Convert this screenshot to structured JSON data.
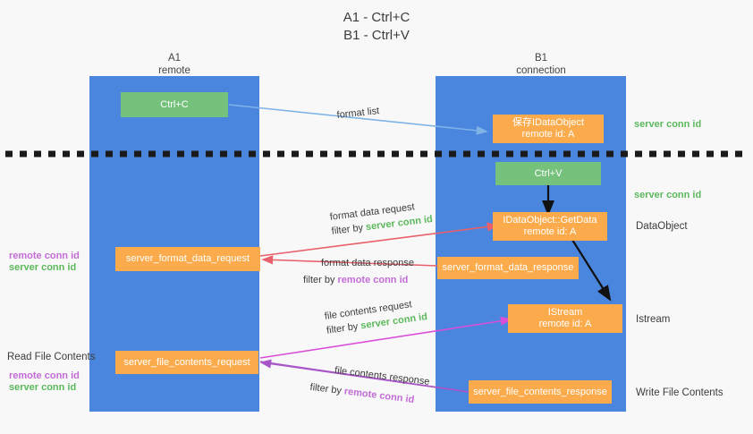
{
  "title": {
    "line1": "A1 - Ctrl+C",
    "line2": "B1 - Ctrl+V"
  },
  "columns": [
    {
      "id": "A1",
      "name": "A1",
      "role": "remote"
    },
    {
      "id": "B1",
      "name": "B1",
      "role": "connection"
    }
  ],
  "colors": {
    "lane": "#4a86de",
    "green_box": "#76c17c",
    "orange_box": "#fbab4c",
    "server_conn": "#5cb85c",
    "remote_conn": "#c36cd6",
    "arrow_blue": "#7fb3e8",
    "arrow_red": "#e8606b",
    "arrow_magenta": "#d94fd9",
    "arrow_purple": "#a855c8",
    "arrow_black": "#111111",
    "divider": "#1a1a1a",
    "background": "#f8f8f8"
  },
  "boxes": {
    "ctrl_c": {
      "label": "Ctrl+C",
      "style": "green"
    },
    "save_idataobject": {
      "line1": "保存IDataObject",
      "line2": "remote id: A",
      "style": "orange"
    },
    "ctrl_v": {
      "label": "Ctrl+V",
      "style": "green"
    },
    "getdata": {
      "line1": "IDataObject::GetData",
      "line2": "remote id: A",
      "style": "orange"
    },
    "server_format_data_request": {
      "label": "server_format_data_request",
      "style": "orange"
    },
    "server_format_data_response": {
      "label": "server_format_data_response",
      "style": "orange"
    },
    "istream": {
      "line1": "IStream",
      "line2": "remote id: A",
      "style": "orange"
    },
    "server_file_contents_request": {
      "label": "server_file_contents_request",
      "style": "orange"
    },
    "server_file_contents_response": {
      "label": "server_file_contents_response",
      "style": "orange"
    }
  },
  "edge_labels": {
    "format_list": "format list",
    "format_data_request": "format data request",
    "format_data_request_filter_prefix": "filter by ",
    "format_data_request_filter_value": "server conn id",
    "format_data_response": "format data response",
    "format_data_response_filter_prefix": "filter by ",
    "format_data_response_filter_value": "remote conn id",
    "file_contents_request": "file contents request",
    "file_contents_request_filter_prefix": "filter by ",
    "file_contents_request_filter_value": "server conn id",
    "file_contents_response": "file contents response",
    "file_contents_response_filter_prefix": "filter by ",
    "file_contents_response_filter_value": "remote conn id"
  },
  "right_annotations": [
    {
      "id": "server-conn-id-top",
      "text": "server conn id",
      "color": "green"
    },
    {
      "id": "server-conn-id-mid",
      "text": "server conn id",
      "color": "green"
    },
    {
      "id": "dataobject",
      "text": "DataObject",
      "color": "plain"
    },
    {
      "id": "istream",
      "text": "Istream",
      "color": "plain"
    },
    {
      "id": "write-file-contents",
      "text": "Write File Contents",
      "color": "plain"
    }
  ],
  "left_annotations": [
    {
      "id": "remote-conn-id-mid",
      "text": "remote conn id",
      "color": "purple"
    },
    {
      "id": "server-conn-id-mid-left",
      "text": "server conn id",
      "color": "green"
    },
    {
      "id": "read-file-contents",
      "text": "Read File Contents",
      "color": "plain"
    },
    {
      "id": "remote-conn-id-bottom",
      "text": "remote conn id",
      "color": "purple"
    },
    {
      "id": "server-conn-id-bottom",
      "text": "server conn id",
      "color": "green"
    }
  ]
}
